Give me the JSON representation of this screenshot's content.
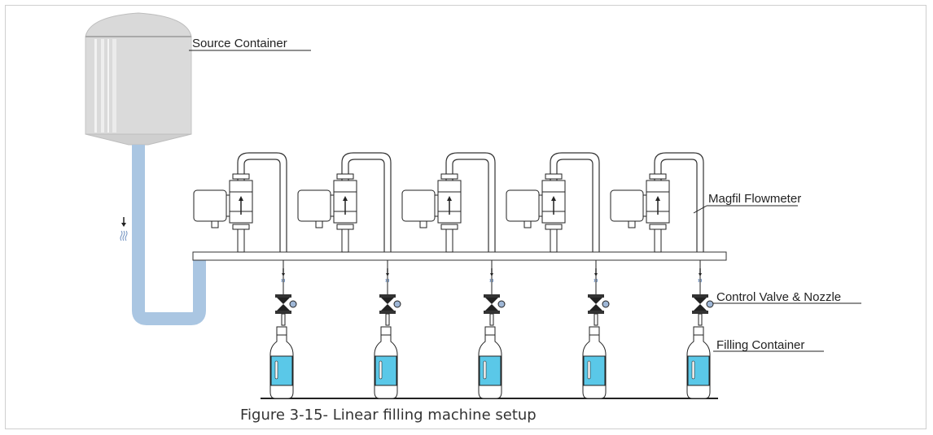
{
  "labels": {
    "source": "Source Container",
    "flowmeter": "Magfil Flowmeter",
    "valve": "Control Valve & Nozzle",
    "filling": "Filling Container"
  },
  "caption": "Figure 3-15- Linear filling machine setup",
  "colors": {
    "pipe_blue": "#aac6e2",
    "tank_gray": "#dadada",
    "bottle_liquid": "#5ac8e8",
    "line": "#222222"
  },
  "station_count": 5
}
